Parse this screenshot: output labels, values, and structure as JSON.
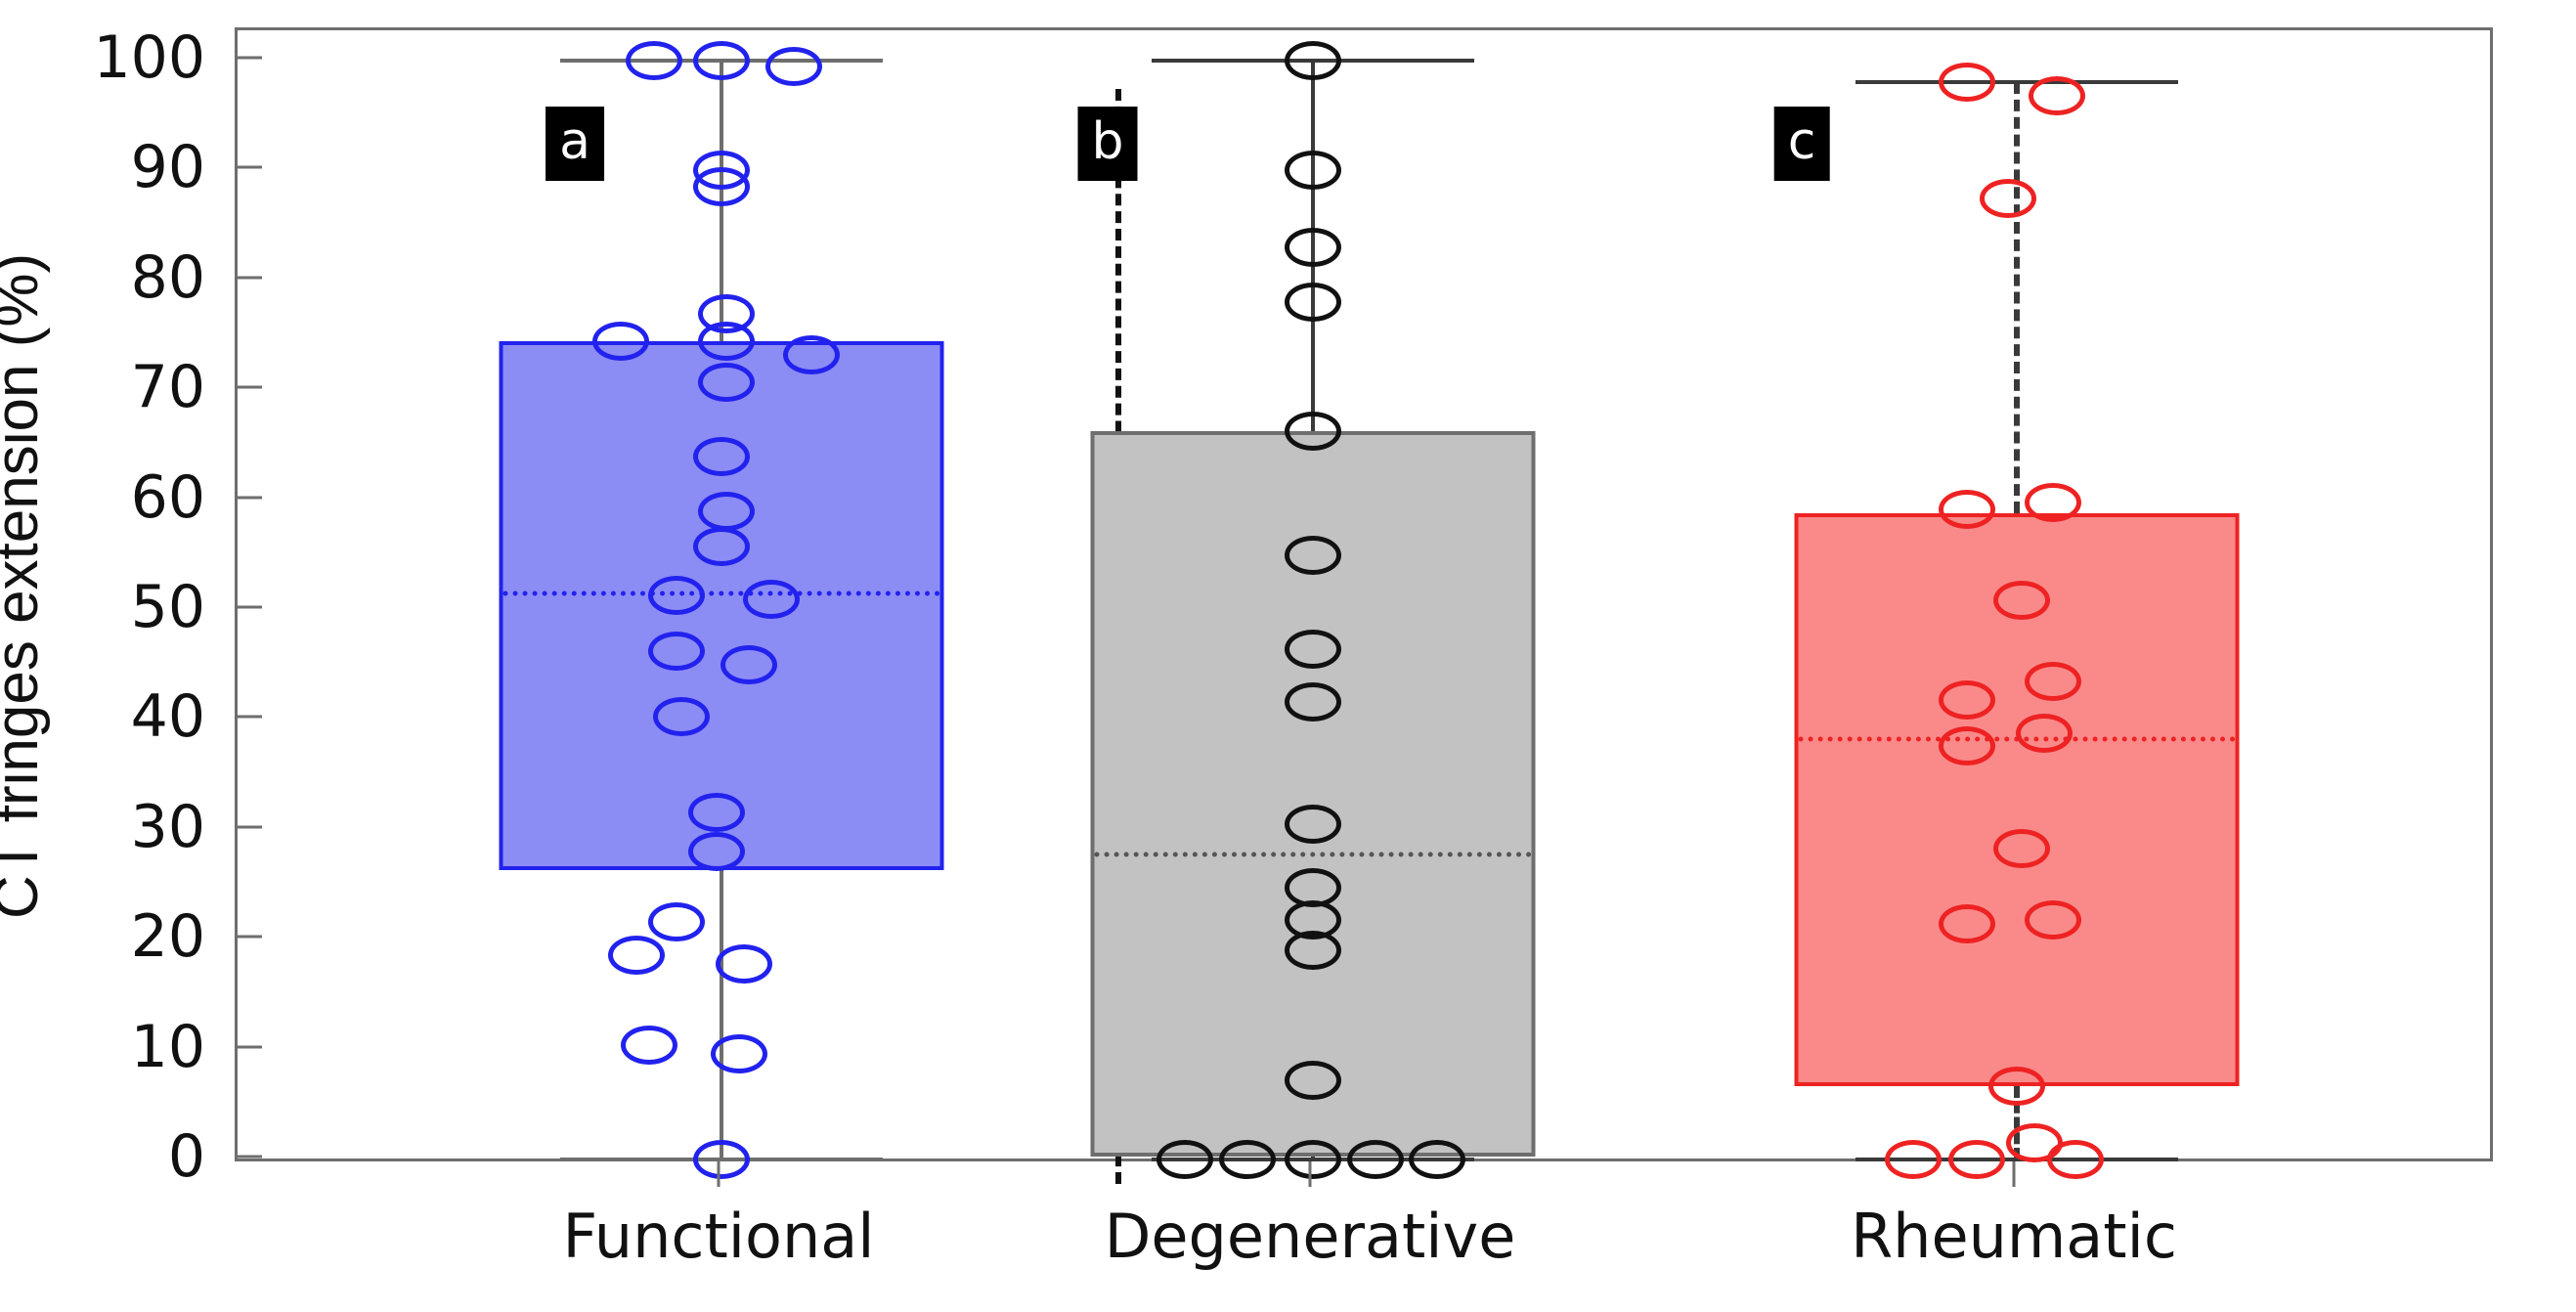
{
  "figure": {
    "background": "#ffffff",
    "frame_color": "#6e6e6e"
  },
  "chart_data": {
    "type": "box",
    "title": "",
    "xlabel": "",
    "ylabel": "CT  fringes extension (%)",
    "ylim": [
      0,
      100
    ],
    "yticks": [
      0,
      10,
      20,
      30,
      40,
      50,
      60,
      70,
      80,
      90,
      100
    ],
    "ytick_labels": [
      "0",
      "10",
      "20",
      "30",
      "40",
      "50",
      "60",
      "70",
      "80",
      "90",
      "100"
    ],
    "categories": [
      "Functional",
      "Degenerative",
      "Rheumatic"
    ],
    "grid": false,
    "legend": "none",
    "panel_labels": [
      "a",
      "b",
      "c"
    ],
    "divider_after_group": 1,
    "series": [
      {
        "name": "Functional",
        "panel_label": "a",
        "color": "#2222ee",
        "fill": "#8c8cf5",
        "box": {
          "q1": 26.3,
          "median": 51.5,
          "q3": 74.5,
          "whisker_low": 0,
          "whisker_high": 100
        },
        "points": [
          {
            "value": 100.0,
            "jitter": -0.3
          },
          {
            "value": 100.0,
            "jitter": 0.0
          },
          {
            "value": 99.5,
            "jitter": 0.32
          },
          {
            "value": 90.0,
            "jitter": 0.0
          },
          {
            "value": 88.5,
            "jitter": 0.0
          },
          {
            "value": 77.0,
            "jitter": 0.02
          },
          {
            "value": 74.5,
            "jitter": -0.45
          },
          {
            "value": 74.5,
            "jitter": 0.02
          },
          {
            "value": 73.2,
            "jitter": 0.4
          },
          {
            "value": 70.7,
            "jitter": 0.02
          },
          {
            "value": 64.0,
            "jitter": 0.0
          },
          {
            "value": 59.0,
            "jitter": 0.02
          },
          {
            "value": 55.8,
            "jitter": 0.0
          },
          {
            "value": 51.3,
            "jitter": -0.2
          },
          {
            "value": 51.0,
            "jitter": 0.22
          },
          {
            "value": 46.3,
            "jitter": -0.2
          },
          {
            "value": 45.0,
            "jitter": 0.12
          },
          {
            "value": 40.3,
            "jitter": -0.18
          },
          {
            "value": 31.6,
            "jitter": -0.02
          },
          {
            "value": 28.0,
            "jitter": -0.02
          },
          {
            "value": 21.6,
            "jitter": -0.2
          },
          {
            "value": 18.6,
            "jitter": -0.38
          },
          {
            "value": 17.8,
            "jitter": 0.1
          },
          {
            "value": 10.4,
            "jitter": -0.32
          },
          {
            "value": 9.6,
            "jitter": 0.08
          },
          {
            "value": 0.0,
            "jitter": 0.0
          }
        ]
      },
      {
        "name": "Degenerative",
        "panel_label": "b",
        "color": "#111111",
        "fill": "#c2c2c2",
        "box": {
          "q1": 0.3,
          "median": 27.8,
          "q3": 66.3,
          "whisker_low": 0,
          "whisker_high": 100
        },
        "points": [
          {
            "value": 100.0,
            "jitter": 0.0
          },
          {
            "value": 90.0,
            "jitter": 0.0
          },
          {
            "value": 83.0,
            "jitter": 0.0
          },
          {
            "value": 78.0,
            "jitter": 0.0
          },
          {
            "value": 66.3,
            "jitter": 0.0
          },
          {
            "value": 55.0,
            "jitter": 0.0
          },
          {
            "value": 46.4,
            "jitter": 0.0
          },
          {
            "value": 41.6,
            "jitter": 0.0
          },
          {
            "value": 30.5,
            "jitter": 0.0
          },
          {
            "value": 24.7,
            "jitter": 0.0
          },
          {
            "value": 21.8,
            "jitter": 0.0
          },
          {
            "value": 19.0,
            "jitter": 0.0
          },
          {
            "value": 7.2,
            "jitter": 0.0
          },
          {
            "value": 0.0,
            "jitter": -0.57
          },
          {
            "value": 0.0,
            "jitter": -0.29
          },
          {
            "value": 0.0,
            "jitter": 0.0
          },
          {
            "value": 0.0,
            "jitter": 0.28
          },
          {
            "value": 0.0,
            "jitter": 0.55
          }
        ]
      },
      {
        "name": "Rheumatic",
        "panel_label": "c",
        "color": "#ee2222",
        "fill": "#fa8a8a",
        "box": {
          "q1": 6.7,
          "median": 38.3,
          "q3": 58.8,
          "whisker_low": 0,
          "whisker_high": 98
        },
        "points": [
          {
            "value": 98.0,
            "jitter": -0.22
          },
          {
            "value": 96.8,
            "jitter": 0.18
          },
          {
            "value": 87.5,
            "jitter": -0.04
          },
          {
            "value": 59.2,
            "jitter": -0.22
          },
          {
            "value": 59.8,
            "jitter": 0.16
          },
          {
            "value": 50.9,
            "jitter": 0.02
          },
          {
            "value": 43.5,
            "jitter": 0.16
          },
          {
            "value": 41.8,
            "jitter": -0.22
          },
          {
            "value": 38.8,
            "jitter": 0.12
          },
          {
            "value": 37.6,
            "jitter": -0.22
          },
          {
            "value": 28.3,
            "jitter": 0.02
          },
          {
            "value": 21.8,
            "jitter": 0.16
          },
          {
            "value": 21.4,
            "jitter": -0.22
          },
          {
            "value": 6.7,
            "jitter": 0.0
          },
          {
            "value": 1.5,
            "jitter": 0.08
          },
          {
            "value": 0.0,
            "jitter": -0.46
          },
          {
            "value": 0.0,
            "jitter": -0.18
          },
          {
            "value": 0.0,
            "jitter": 0.26
          }
        ]
      }
    ]
  }
}
